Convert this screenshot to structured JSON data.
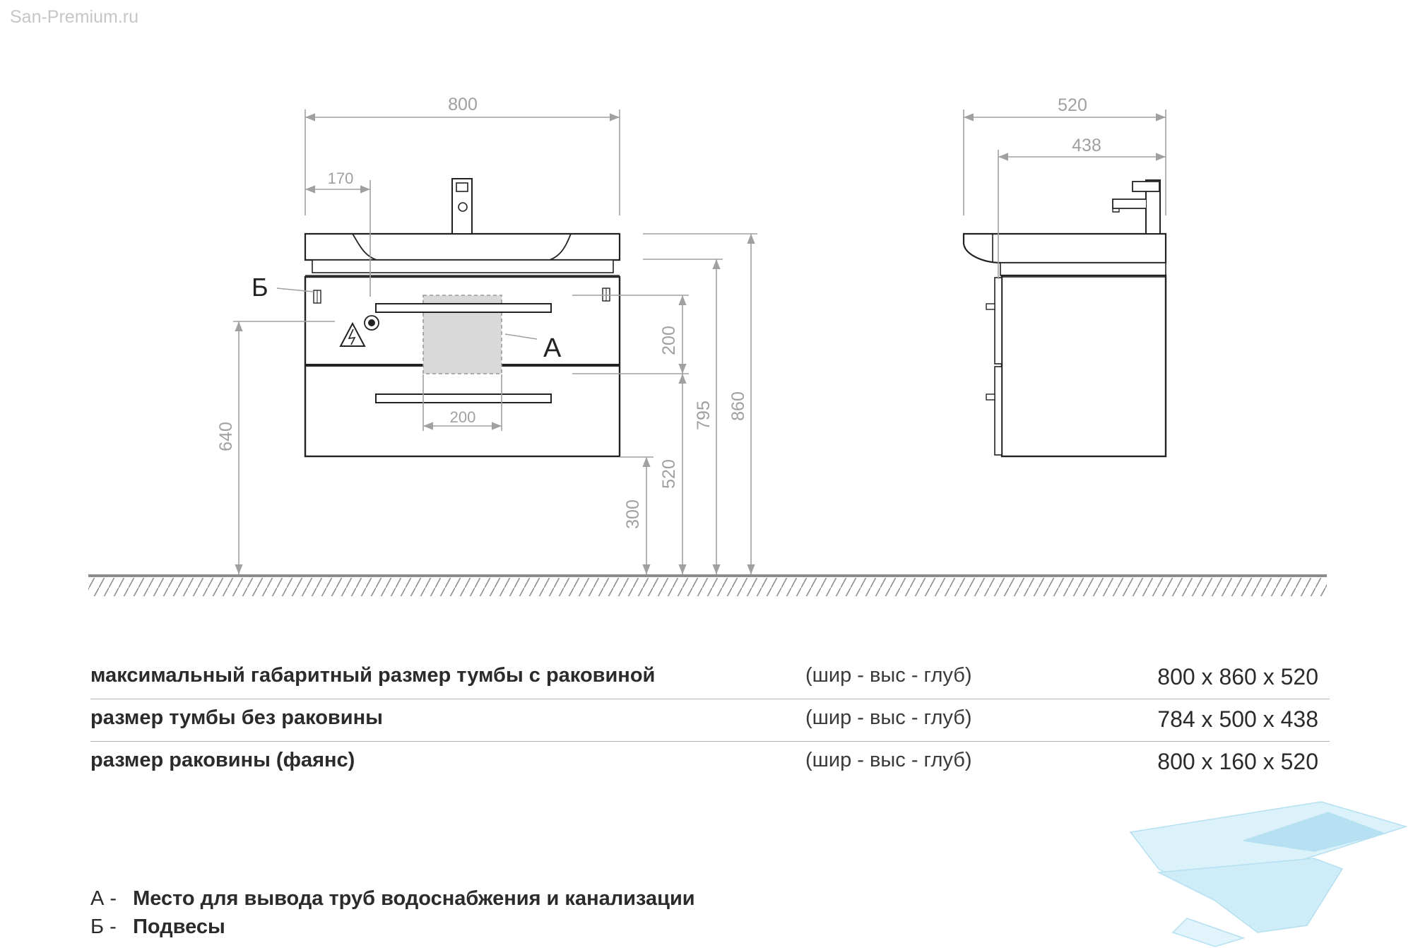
{
  "watermark": "San-Premium.ru",
  "front_view": {
    "dims": {
      "width": "800",
      "sink_offset": "170",
      "drawer_height": "200",
      "handle_width": "200",
      "mount_height": "640",
      "bottom_clearance": "300",
      "cabinet_top": "520",
      "cabinet_body_top": "795",
      "total_height": "860"
    },
    "markers": {
      "a": "А",
      "b": "Б"
    }
  },
  "side_view": {
    "dims": {
      "depth_total": "520",
      "depth_cabinet": "438"
    }
  },
  "specs": [
    {
      "name": "максимальный габаритный размер тумбы с раковиной",
      "unit": "(шир - выс - глуб)",
      "value": "800 x 860 x 520"
    },
    {
      "name": "размер тумбы без раковины",
      "unit": "(шир - выс - глуб)",
      "value": "784 x 500 x 438"
    },
    {
      "name": "размер раковины (фаянс)",
      "unit": "(шир - выс - глуб)",
      "value": "800 x 160 x 520"
    }
  ],
  "legend": [
    {
      "key": "А -",
      "text": "Место для вывода труб водоснабжения и канализации"
    },
    {
      "key": "Б -",
      "text": "Подвесы"
    }
  ],
  "colors": {
    "line": "#222222",
    "dimension": "#9a9a9a",
    "hatch": "#8c8c8c",
    "pipe_zone": "#d9d9d9",
    "logo": "#bfe6f5"
  }
}
